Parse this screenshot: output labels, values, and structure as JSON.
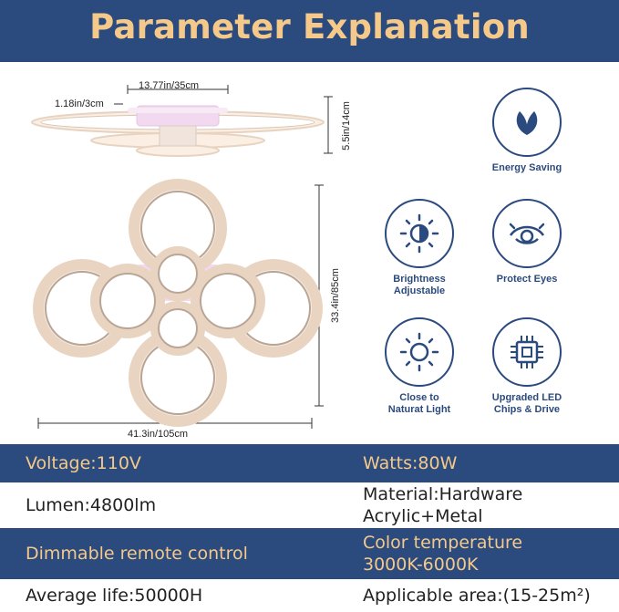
{
  "header": {
    "title": "Parameter Explanation"
  },
  "dimensions": {
    "width_top": "13.77in/35cm",
    "ring_thickness": "1.18in/3cm",
    "height": "5.5in/14cm",
    "length": "33.4in/85cm",
    "width_bottom": "41.3in/105cm"
  },
  "features": [
    {
      "label_lines": [
        "Energy Saving"
      ],
      "icon": "leaf-icon"
    },
    {
      "label_lines": [
        "Brightness",
        "Adjustable"
      ],
      "icon": "sun-half-icon"
    },
    {
      "label_lines": [
        "Protect Eyes"
      ],
      "icon": "eye-icon"
    },
    {
      "label_lines": [
        "Close to",
        "Naturat Light"
      ],
      "icon": "sun-icon"
    },
    {
      "label_lines": [
        "Upgraded LED",
        "Chips & Drive"
      ],
      "icon": "chip-icon"
    }
  ],
  "specs": {
    "voltage": "Voltage:110V",
    "watts": "Watts:80W",
    "lumen": "Lumen:4800lm",
    "material_line1": "Material:Hardware",
    "material_line2": "Acrylic+Metal",
    "dimmable": "Dimmable remote control",
    "color_temp_line1": "Color temperature",
    "color_temp_line2": "3000K-6000K",
    "life": "Average life:50000H",
    "area": "Applicable area:(15-25m²)"
  },
  "colors": {
    "navy": "#2b4a7e",
    "gold": "#f4c98a"
  }
}
